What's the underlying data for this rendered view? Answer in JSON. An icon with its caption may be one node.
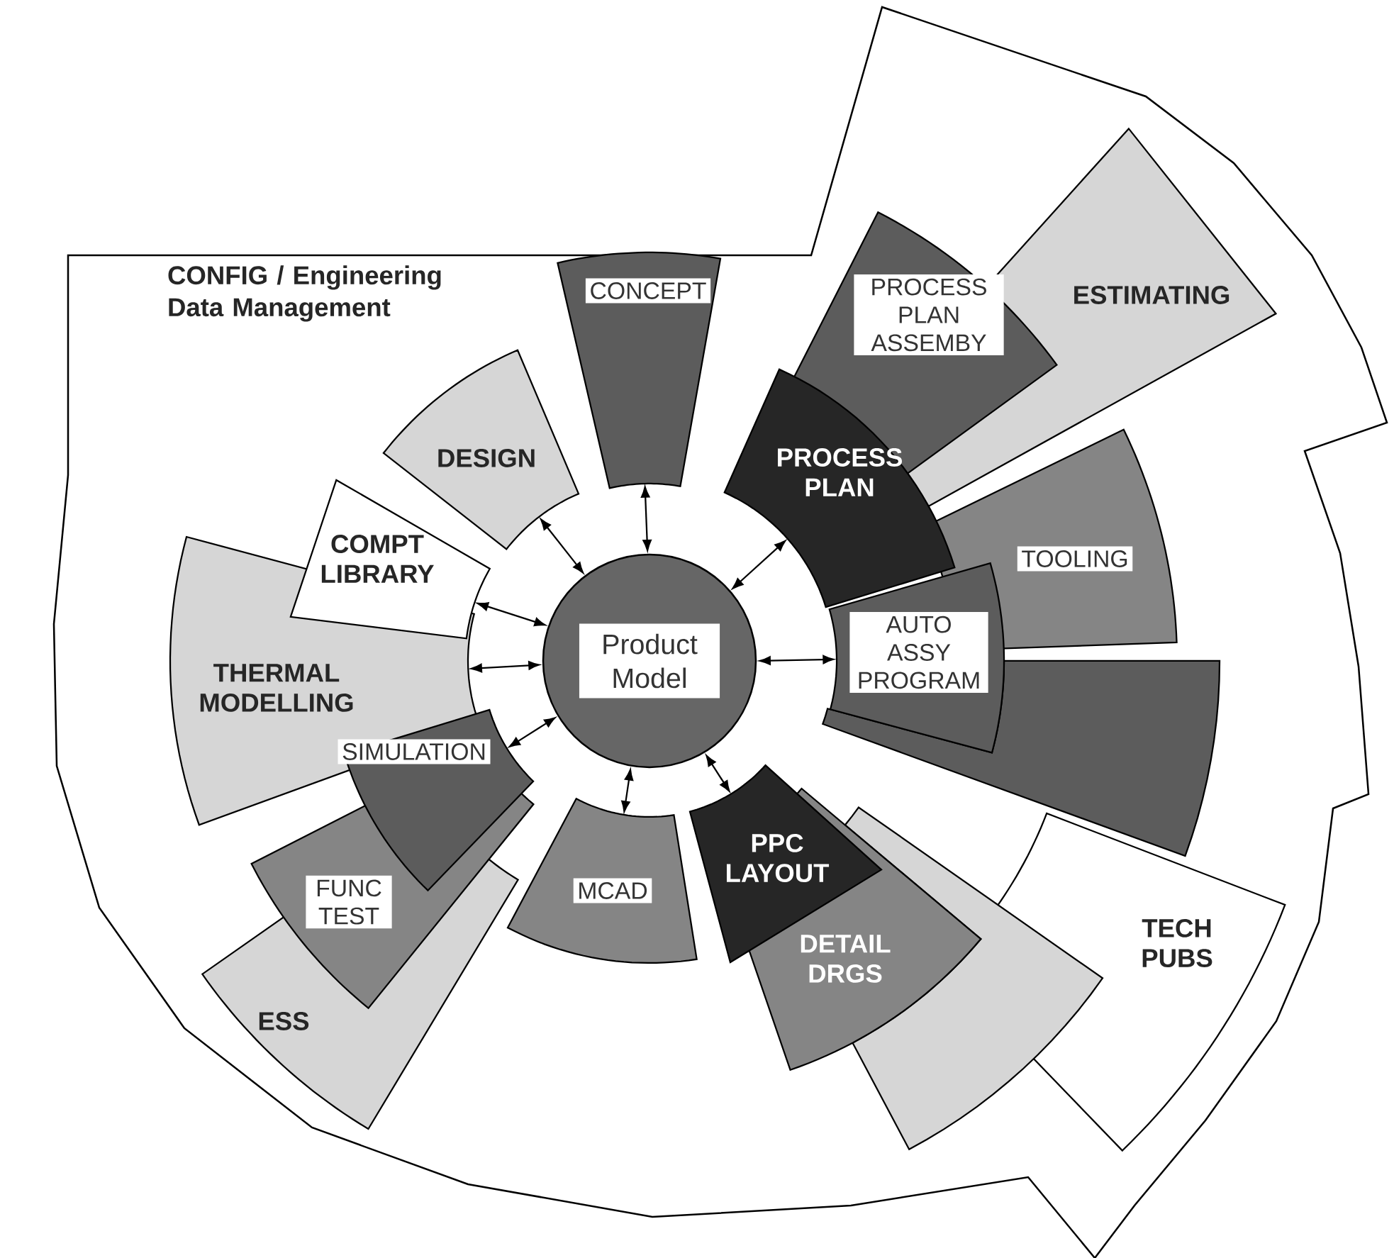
{
  "diagram": {
    "nodes": [
      {
        "text": [
          "CONFIG / Engineering Data Management"
        ]
      },
      {
        "text": [
          "Product Model"
        ],
        "in": 0
      },
      {
        "text": [
          "CONCEPT"
        ],
        "in": 0
      },
      {
        "text": [
          "PROCESS PLAN ASSEMBY"
        ],
        "in": 0
      },
      {
        "text": [
          "ESTIMATING"
        ],
        "in": 0
      },
      {
        "text": [
          "DESIGN"
        ],
        "in": 0
      },
      {
        "text": [
          "PROCESS PLAN"
        ],
        "in": 0
      },
      {
        "text": [
          "COMPT LIBRARY"
        ],
        "in": 0
      },
      {
        "text": [
          "TOOLING"
        ],
        "in": 0
      },
      {
        "text": [
          "THERMAL MODELLING"
        ],
        "in": 0
      },
      {
        "text": [
          "AUTO ASSY PROGRAM"
        ],
        "in": 0
      },
      {
        "text": [],
        "shape": "sector",
        "in": 0
      },
      {
        "text": [
          "SIMULATION"
        ],
        "in": 0
      },
      {
        "text": [
          "FUNC TEST"
        ],
        "in": 0
      },
      {
        "text": [
          "ESS"
        ],
        "in": 0
      },
      {
        "text": [
          "MCAD"
        ],
        "in": 0
      },
      {
        "text": [
          "PPC LAYOUT"
        ],
        "in": 0
      },
      {
        "text": [
          "DETAIL DRGS"
        ],
        "in": 0
      },
      {
        "text": [],
        "shape": "sector",
        "in": 0
      },
      {
        "text": [
          "TECH PUBS"
        ],
        "in": 0
      }
    ],
    "edges": [
      {
        "from": 1,
        "to": 2,
        "arrow": "both"
      },
      {
        "from": 1,
        "to": 5,
        "arrow": "both"
      },
      {
        "from": 1,
        "to": 6,
        "arrow": "both"
      },
      {
        "from": 1,
        "to": 7,
        "arrow": "both"
      },
      {
        "from": 1,
        "to": 9,
        "arrow": "both"
      },
      {
        "from": 1,
        "to": 10,
        "arrow": "both"
      },
      {
        "from": 1,
        "to": 12,
        "arrow": "both"
      },
      {
        "from": 1,
        "to": 15,
        "arrow": "both"
      },
      {
        "from": 1,
        "to": 16,
        "arrow": "both"
      }
    ]
  }
}
